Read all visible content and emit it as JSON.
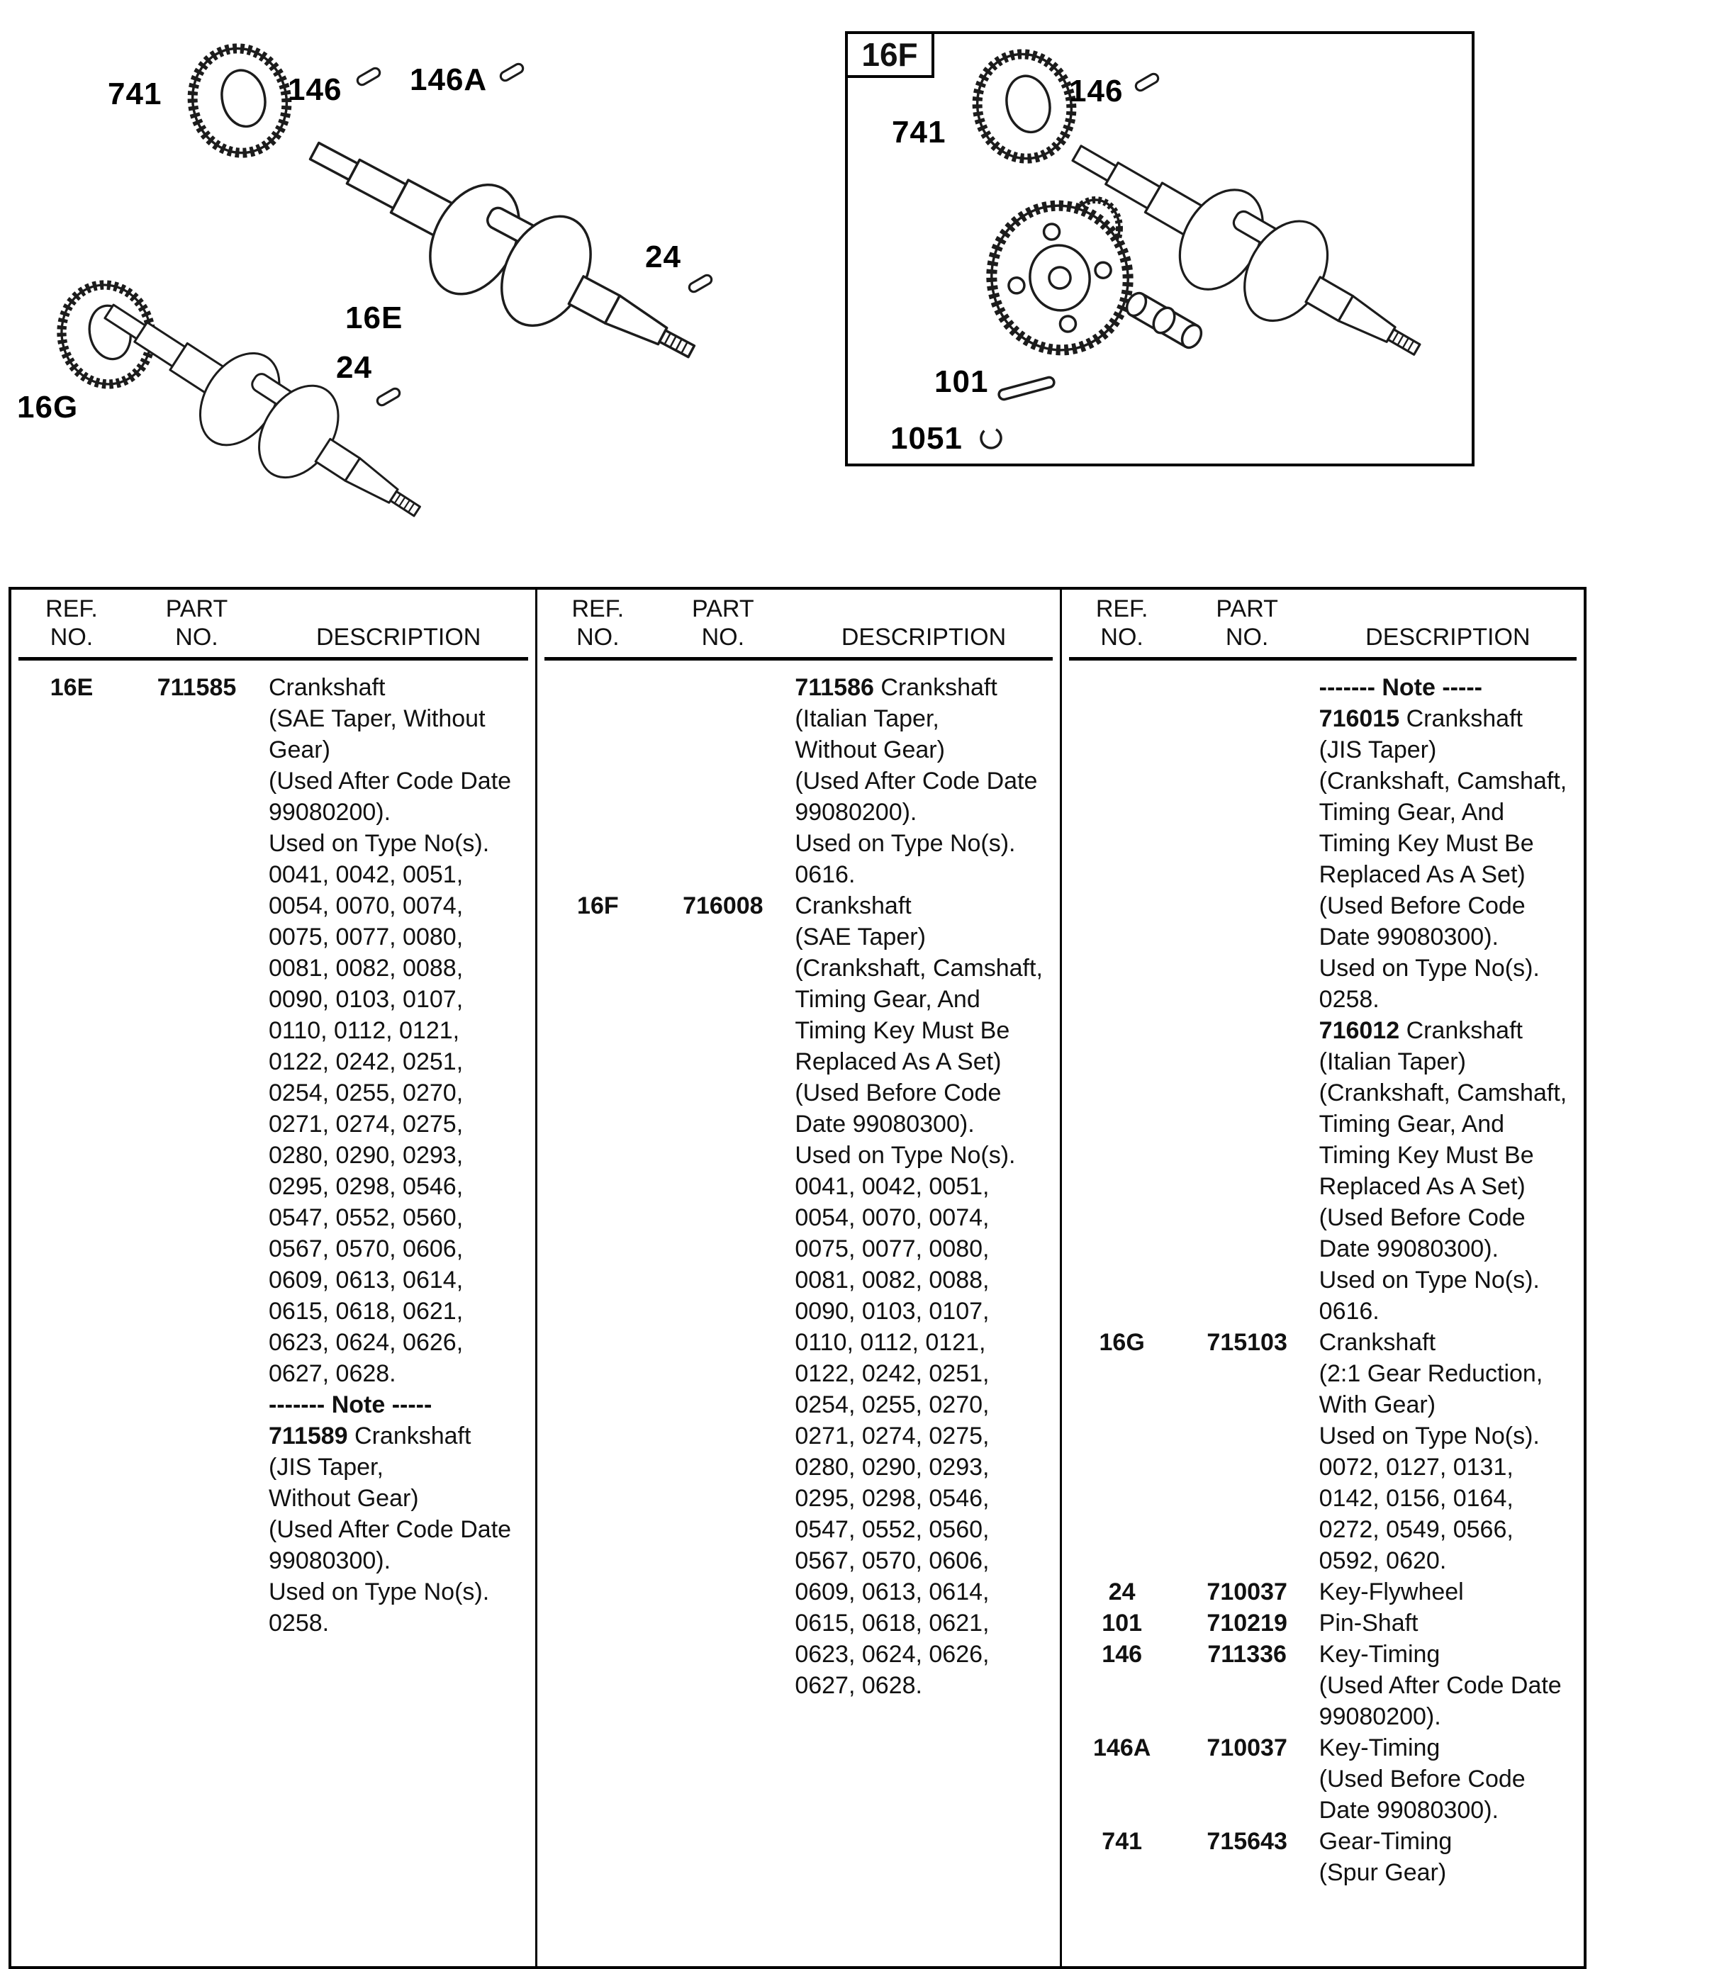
{
  "diagram": {
    "labels": {
      "gear_left": "741",
      "key_left": "146",
      "key_left_a": "146A",
      "key_flywheel_right": "24",
      "crank_sae": "16E",
      "key_flywheel_left": "24",
      "crank_reduction": "16G",
      "inset_title": "16F",
      "gear_right": "741",
      "key_right": "146",
      "pin": "101",
      "clip": "1051"
    }
  },
  "table": {
    "header": {
      "ref1": "REF.",
      "ref2": "NO.",
      "part1": "PART",
      "part2": "NO.",
      "desc": "DESCRIPTION"
    },
    "columns": [
      {
        "entries": [
          {
            "ref": "16E",
            "part": "711585",
            "lines": [
              "Crankshaft",
              "(SAE Taper, Without",
              "Gear)",
              "(Used After Code Date",
              "99080200).",
              "Used on Type No(s).",
              "0041, 0042, 0051,",
              "0054, 0070, 0074,",
              "0075, 0077, 0080,",
              "0081, 0082, 0088,",
              "0090, 0103, 0107,",
              "0110, 0112, 0121,",
              "0122, 0242, 0251,",
              "0254, 0255, 0270,",
              "0271, 0274, 0275,",
              "0280, 0290, 0293,",
              "0295, 0298, 0546,",
              "0547, 0552, 0560,",
              "0567, 0570, 0606,",
              "0609, 0613, 0614,",
              "0615, 0618, 0621,",
              "0623, 0624, 0626,",
              "0627, 0628.",
              [
                "------- Note -----",
                ""
              ],
              [
                "711589",
                " Crankshaft"
              ],
              "(JIS Taper,",
              "Without Gear)",
              "(Used After Code Date",
              "99080300).",
              "Used on Type No(s).",
              "0258."
            ]
          }
        ]
      },
      {
        "entries": [
          {
            "ref": "",
            "part": "",
            "lines": [
              [
                "711586",
                " Crankshaft"
              ],
              "(Italian Taper,",
              "Without Gear)",
              "(Used After Code Date",
              "99080200).",
              "Used on Type No(s).",
              "0616."
            ]
          },
          {
            "ref": "16F",
            "part": "716008",
            "lines": [
              "Crankshaft",
              "(SAE Taper)",
              "(Crankshaft, Camshaft,",
              "Timing Gear, And",
              "Timing Key Must Be",
              "Replaced As A Set)",
              "(Used Before Code",
              "Date 99080300).",
              "Used on Type No(s).",
              "0041, 0042, 0051,",
              "0054, 0070, 0074,",
              "0075, 0077, 0080,",
              "0081, 0082, 0088,",
              "0090, 0103, 0107,",
              "0110, 0112, 0121,",
              "0122, 0242, 0251,",
              "0254, 0255, 0270,",
              "0271, 0274, 0275,",
              "0280, 0290, 0293,",
              "0295, 0298, 0546,",
              "0547, 0552, 0560,",
              "0567, 0570, 0606,",
              "0609, 0613, 0614,",
              "0615, 0618, 0621,",
              "0623, 0624, 0626,",
              "0627, 0628."
            ]
          }
        ]
      },
      {
        "entries": [
          {
            "ref": "",
            "part": "",
            "lines": [
              [
                "------- Note -----",
                ""
              ],
              [
                "716015",
                " Crankshaft"
              ],
              "(JIS Taper)",
              "(Crankshaft, Camshaft,",
              "Timing Gear, And",
              "Timing Key Must Be",
              "Replaced As A Set)",
              "(Used Before Code",
              "Date 99080300).",
              "Used on Type No(s).",
              "0258.",
              [
                "716012",
                " Crankshaft"
              ],
              "(Italian Taper)",
              "(Crankshaft, Camshaft,",
              "Timing Gear, And",
              "Timing Key Must Be",
              "Replaced As A Set)",
              "(Used Before Code",
              "Date 99080300).",
              "Used on Type No(s).",
              "0616."
            ]
          },
          {
            "ref": "16G",
            "part": "715103",
            "lines": [
              "Crankshaft",
              "(2:1 Gear Reduction,",
              "With Gear)",
              "Used on Type No(s).",
              "0072, 0127, 0131,",
              "0142, 0156, 0164,",
              "0272, 0549, 0566,",
              "0592, 0620."
            ]
          },
          {
            "ref": "24",
            "part": "710037",
            "lines": [
              "Key-Flywheel"
            ]
          },
          {
            "ref": "101",
            "part": "710219",
            "lines": [
              "Pin-Shaft"
            ]
          },
          {
            "ref": "146",
            "part": "711336",
            "lines": [
              "Key-Timing",
              "(Used After Code Date",
              "99080200)."
            ]
          },
          {
            "ref": "146A",
            "part": "710037",
            "lines": [
              "Key-Timing",
              "(Used Before Code",
              "Date 99080300)."
            ]
          },
          {
            "ref": "741",
            "part": "715643",
            "lines": [
              "Gear-Timing",
              "(Spur Gear)"
            ]
          }
        ]
      }
    ]
  }
}
